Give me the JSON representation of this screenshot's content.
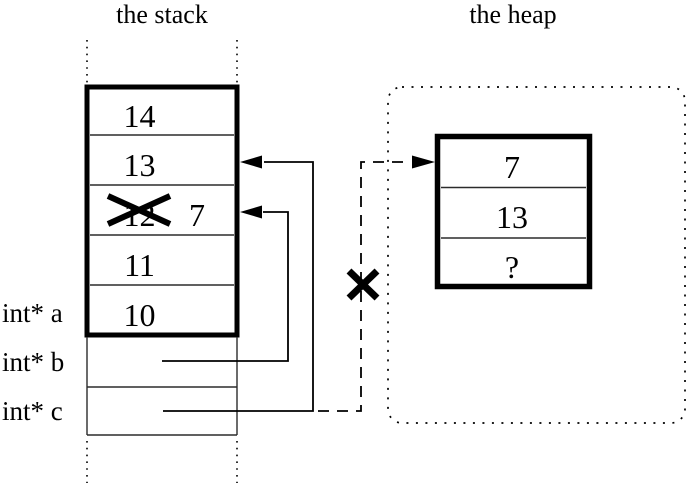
{
  "colors": {
    "ink": "#000000",
    "thin_line": "#2b2b2b",
    "background": "#ffffff"
  },
  "stack": {
    "title": "the stack",
    "cells": [
      "14",
      "13",
      "12",
      "11",
      "10"
    ],
    "overwritten": {
      "old": "12",
      "new": "7"
    },
    "pointers": [
      {
        "label": "int* a"
      },
      {
        "label": "int* b"
      },
      {
        "label": "int* c"
      }
    ]
  },
  "heap": {
    "title": "the heap",
    "cells": [
      "7",
      "13",
      "?"
    ]
  }
}
